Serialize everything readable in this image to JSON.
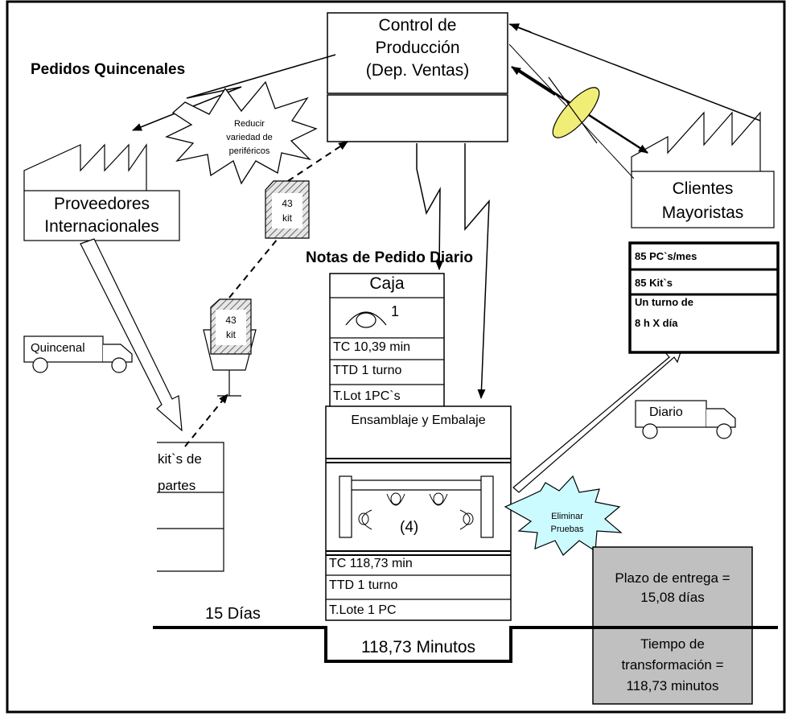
{
  "control": {
    "line1": "Control de",
    "line2": "Producción",
    "line3": "(Dep. Ventas)"
  },
  "pedidos_quincenales": "Pedidos Quincenales",
  "burst_reducir": {
    "line1": "Reducir",
    "line2": "variedad de",
    "line3": "periféricos"
  },
  "proveedores": {
    "line1": "Proveedores",
    "line2": "Internacionales"
  },
  "clientes": {
    "line1": "Clientes",
    "line2": "Mayoristas"
  },
  "kanban1": {
    "line1": "43",
    "line2": "kit"
  },
  "kanban2": {
    "line1": "43",
    "line2": "kit"
  },
  "notas_pedido": "Notas de Pedido Diario",
  "caja": {
    "title": "Caja",
    "operators": "1",
    "tc": "TC 10,39 min",
    "ttd": "TTD 1 turno",
    "tlot": "T.Lot 1PC`s"
  },
  "truck_quincenal": "Quincenal",
  "truck_diario": "Diario",
  "inventory": {
    "line1": "kit`s de",
    "line2": "partes"
  },
  "ensamblaje": {
    "title": "Ensamblaje y Embalaje",
    "operators": "(4)",
    "tc": "TC 118,73 min",
    "ttd": "TTD 1 turno",
    "tlot": "T.Lote 1 PC"
  },
  "burst_eliminar": {
    "line1": "Eliminar",
    "line2": "Pruebas"
  },
  "customer_data": {
    "row1": "85 PC`s/mes",
    "row2": "85 Kit`s",
    "row3a": "Un turno de",
    "row3b": "8 h X día"
  },
  "timeline": {
    "days": "15 Días",
    "minutes": "118,73 Minutos"
  },
  "lead": {
    "plazo1": "Plazo de entrega =",
    "plazo2": "15,08 días",
    "tiempo1": "Tiempo de",
    "tiempo2": "transformación =",
    "tiempo3": "118,73 minutos"
  }
}
